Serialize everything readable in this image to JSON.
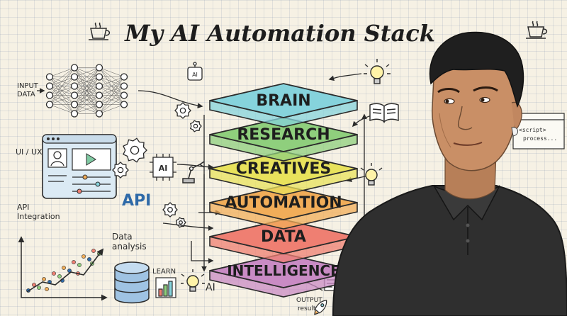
{
  "title": "My AI Automation Stack",
  "layers": [
    {
      "label": "BRAIN",
      "color": "#86d3dc"
    },
    {
      "label": "RESEARCH",
      "color": "#8fcf7d"
    },
    {
      "label": "CREATIVES",
      "color": "#e8e25c"
    },
    {
      "label": "AUTOMATION",
      "color": "#f1ad59"
    },
    {
      "label": "DATA",
      "color": "#ef7f72"
    },
    {
      "label": "INTELLIGENCE",
      "color": "#c98bc4"
    }
  ],
  "labels": {
    "input_line1": "INPUT",
    "input_line2": "DATA",
    "ui_ux": "UI / UX",
    "api_big": "API",
    "api_line1": "API",
    "api_line2": "Integration",
    "data_line1": "Data",
    "data_line2": "analysis",
    "learn": "LEARN",
    "ai_bottom": "AI",
    "ai_chip": "AI",
    "ai_robot": "AI",
    "output_line1": "OUTPUT",
    "output_line2": "results",
    "script_line1": "<script>",
    "script_line2": "process..."
  },
  "icons": [
    "coffee-cup-icon",
    "neural-network-icon",
    "app-window-icon",
    "gear-icon",
    "scatter-chart-icon",
    "database-icon",
    "bar-chart-icon",
    "lightbulb-icon",
    "book-icon",
    "robot-head-icon",
    "ai-chip-icon",
    "robot-arm-icon",
    "document-icon",
    "rocket-icon",
    "code-window-icon"
  ],
  "colors": {
    "ink": "#2b2b2b",
    "paper": "#f6f1e4",
    "shirt": "#2f2f2f",
    "skin": "#c98f66"
  }
}
